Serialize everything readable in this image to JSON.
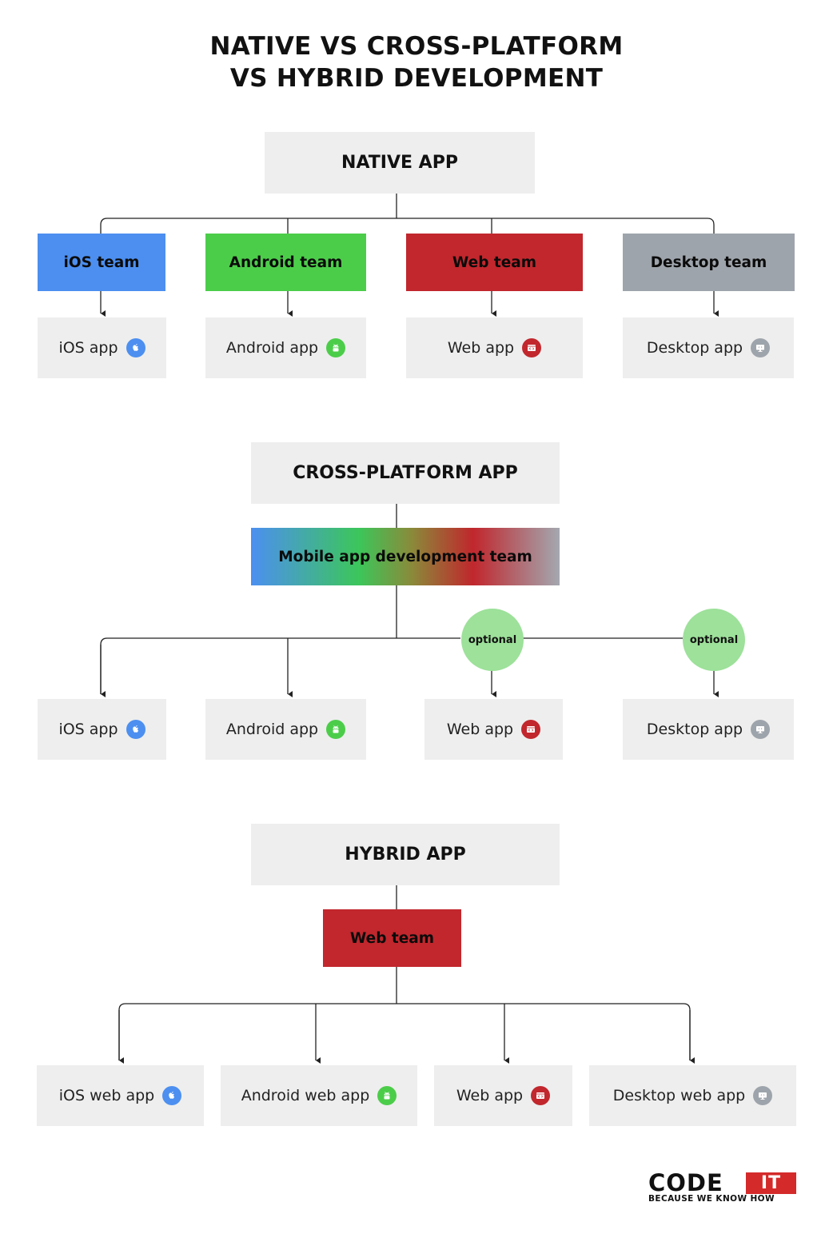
{
  "title": {
    "line1": "NATIVE VS CROSS-PLATFORM",
    "line2": "VS HYBRID DEVELOPMENT"
  },
  "colors": {
    "ios": "#4c8ff0",
    "android": "#4ccd4a",
    "web": "#c1272d",
    "desktop": "#9ea4ab",
    "box_bg": "#eeeeee",
    "optional_bg": "#9de19a"
  },
  "native": {
    "header": "NATIVE APP",
    "teams": [
      "iOS team",
      "Android team",
      "Web team",
      "Desktop team"
    ],
    "apps": [
      {
        "label": "iOS app",
        "icon": "apple-icon"
      },
      {
        "label": "Android app",
        "icon": "android-icon"
      },
      {
        "label": "Web app",
        "icon": "web-code-icon"
      },
      {
        "label": "Desktop app",
        "icon": "desktop-icon"
      }
    ]
  },
  "cross": {
    "header": "CROSS-PLATFORM APP",
    "team": "Mobile app development team",
    "optional": "optional",
    "apps": [
      {
        "label": "iOS app",
        "icon": "apple-icon"
      },
      {
        "label": "Android app",
        "icon": "android-icon"
      },
      {
        "label": "Web app",
        "icon": "web-code-icon"
      },
      {
        "label": "Desktop app",
        "icon": "desktop-icon"
      }
    ]
  },
  "hybrid": {
    "header": "HYBRID APP",
    "team": "Web team",
    "apps": [
      {
        "label": "iOS web app",
        "icon": "apple-icon"
      },
      {
        "label": "Android web app",
        "icon": "android-icon"
      },
      {
        "label": "Web app",
        "icon": "web-code-icon"
      },
      {
        "label": "Desktop web app",
        "icon": "desktop-icon"
      }
    ]
  },
  "logo": {
    "code": "CODE",
    "it": "IT",
    "tagline": "BECAUSE WE KNOW HOW"
  }
}
